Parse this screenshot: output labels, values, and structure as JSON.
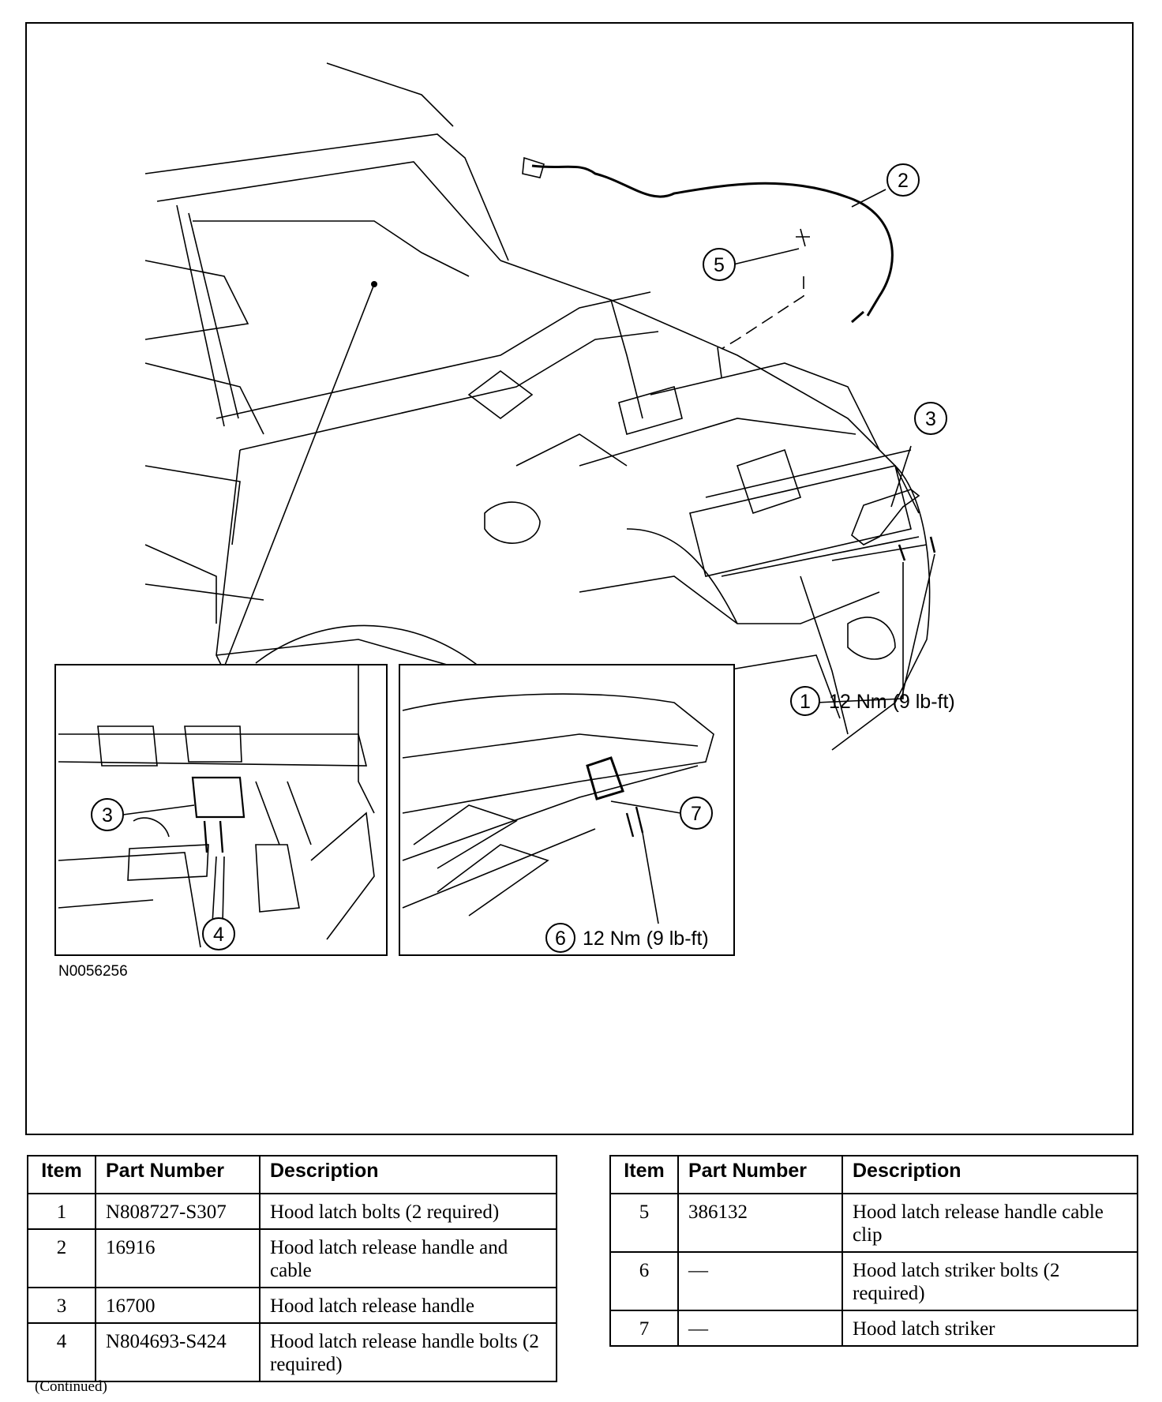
{
  "figure": {
    "code": "N0056256",
    "callouts": [
      {
        "id": "1",
        "label": "1",
        "torque": "12 Nm (9 lb-ft)"
      },
      {
        "id": "2",
        "label": "2"
      },
      {
        "id": "3",
        "label": "3"
      },
      {
        "id": "3-inset",
        "label": "3"
      },
      {
        "id": "4",
        "label": "4"
      },
      {
        "id": "5",
        "label": "5"
      },
      {
        "id": "6",
        "label": "6",
        "torque": "12 Nm (9 lb-ft)"
      },
      {
        "id": "7",
        "label": "7"
      }
    ]
  },
  "tables": {
    "headers": {
      "item": "Item",
      "part_number": "Part Number",
      "description": "Description"
    },
    "left": [
      {
        "item": "1",
        "part": "N808727-S307",
        "desc": "Hood latch bolts (2 required)"
      },
      {
        "item": "2",
        "part": "16916",
        "desc": "Hood latch release handle and cable"
      },
      {
        "item": "3",
        "part": "16700",
        "desc": "Hood latch release handle"
      },
      {
        "item": "4",
        "part": "N804693-S424",
        "desc": "Hood latch release handle bolts (2 required)"
      }
    ],
    "right": [
      {
        "item": "5",
        "part": "386132",
        "desc": "Hood latch release handle cable clip"
      },
      {
        "item": "6",
        "part": "—",
        "desc": "Hood latch striker bolts (2 required)"
      },
      {
        "item": "7",
        "part": "—",
        "desc": "Hood latch striker"
      }
    ]
  },
  "footer": {
    "continued": "(Continued)"
  }
}
